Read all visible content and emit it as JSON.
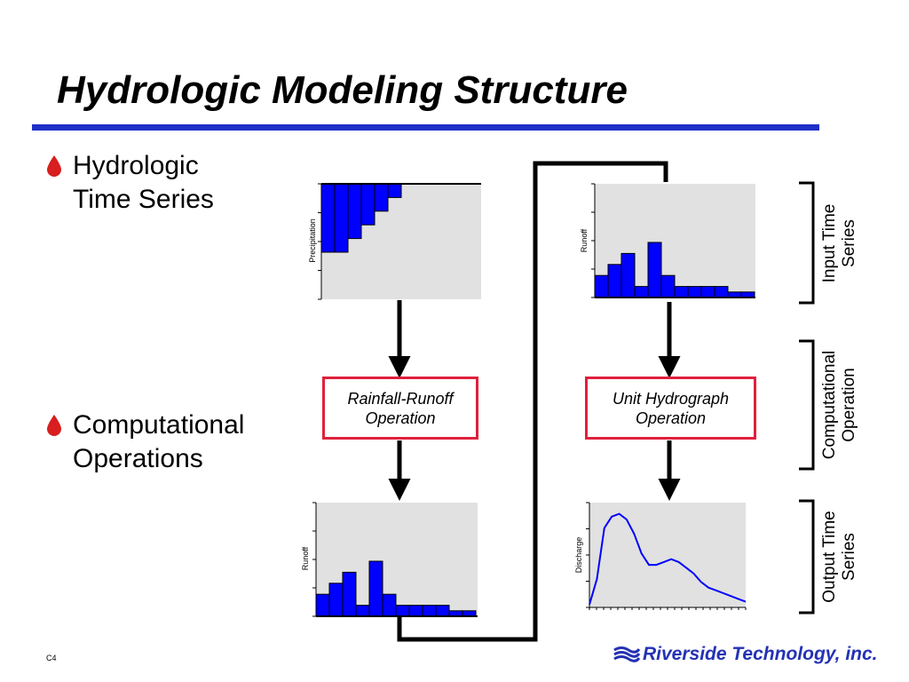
{
  "title": "Hydrologic Modeling Structure",
  "colors": {
    "title_rule": "#2030c8",
    "bullet": "#d81e1e",
    "bars": "#0000ff",
    "plot_bg": "#e1e1e1",
    "op_border": "#e0203c",
    "logo": "#2432b4"
  },
  "bullets": [
    {
      "icon": "droplet-icon",
      "lines": [
        "Hydrologic",
        "Time Series"
      ]
    },
    {
      "icon": "droplet-icon",
      "lines": [
        "Computational",
        "Operations"
      ]
    }
  ],
  "charts": {
    "precipitation": {
      "ylabel": "Precipitation",
      "type": "inverted-bar",
      "values": [
        5,
        5,
        4,
        3,
        2,
        1,
        0
      ]
    },
    "runoff_input": {
      "ylabel": "Runoff",
      "type": "bar",
      "values": [
        2,
        3,
        4,
        1,
        5,
        2,
        1,
        1,
        1,
        1,
        0.5,
        0.5
      ]
    },
    "runoff_output": {
      "ylabel": "Runoff",
      "type": "bar",
      "values": [
        2,
        3,
        4,
        1,
        5,
        2,
        1,
        1,
        1,
        1,
        0.5,
        0.5
      ]
    },
    "discharge": {
      "ylabel": "Discharge",
      "type": "line",
      "values": [
        1,
        10,
        28,
        32,
        33,
        31,
        26,
        19,
        15,
        15,
        16,
        17,
        16,
        14,
        12,
        9,
        7,
        6,
        5,
        4,
        3,
        2
      ]
    }
  },
  "operations": {
    "rainfall_runoff": [
      "Rainfall-Runoff",
      "Operation"
    ],
    "unit_hydrograph": [
      "Unit Hydrograph",
      "Operation"
    ]
  },
  "side_labels": {
    "input": [
      "Input Time",
      "Series"
    ],
    "computational": [
      "Computational",
      "Operation"
    ],
    "output": [
      "Output Time",
      "Series"
    ]
  },
  "footer": {
    "slide_number": "C4",
    "logo_text": "Riverside Technology, inc.",
    "logo_icon": "riverside-wave-icon"
  }
}
